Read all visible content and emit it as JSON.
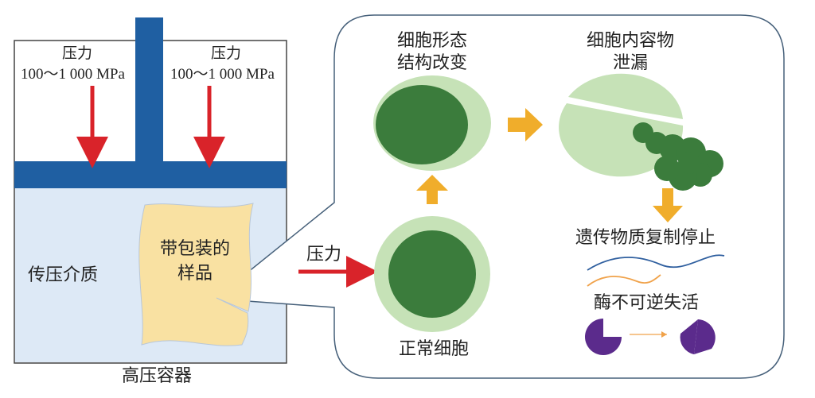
{
  "vessel": {
    "caption": "高压容器",
    "medium_label": "传压介质",
    "sample_label_line1": "带包装的",
    "sample_label_line2": "样品",
    "pressure_left_label": "压力",
    "pressure_left_value": "100～1 000 MPa",
    "pressure_right_label": "压力",
    "pressure_right_value": "100～1 000 MPa"
  },
  "callout": {
    "input_label": "压力",
    "normal_cell": "正常细胞",
    "deformed_line1": "细胞形态",
    "deformed_line2": "结构改变",
    "leak_line1": "细胞内容物",
    "leak_line2": "泄漏",
    "dna_stop": "遗传物质复制停止",
    "enzyme_stop": "酶不可逆失活"
  },
  "colors": {
    "piston_blue": "#1f5fa2",
    "medium_fill": "#dde9f6",
    "sample_fill": "#f9e1a2",
    "pressure_arrow": "#d9232a",
    "cell_outer": "#c6e2b7",
    "cell_nucleus": "#3b7c3c",
    "flow_arrow": "#f0ad2b",
    "enzyme": "#5b2b8c",
    "wave_blue": "#2f5f9f",
    "wave_orange": "#f0a24a"
  }
}
